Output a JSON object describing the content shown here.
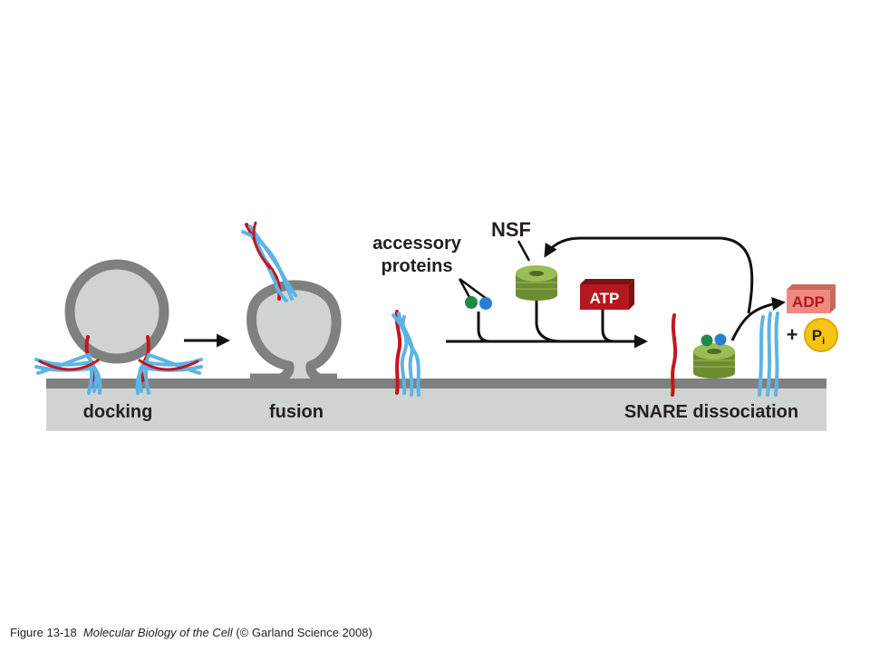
{
  "labels": {
    "docking": "docking",
    "fusion": "fusion",
    "snare_dissociation": "SNARE dissociation",
    "accessory_line1": "accessory",
    "accessory_line2": "proteins",
    "nsf": "NSF",
    "atp": "ATP",
    "adp": "ADP",
    "plus": "+",
    "pi_main": "P",
    "pi_sub": "i"
  },
  "caption": {
    "figure": "Figure 13-18",
    "book": "Molecular Biology of the Cell",
    "credit": "(© Garland Science 2008)"
  },
  "colors": {
    "membrane": "#7f8080",
    "cytosol": "#cfd3d1",
    "v_snare": "#c4161c",
    "t_snare": "#5cb4e5",
    "nsf": "#8fad4c",
    "atp_box": "#b3181e",
    "adp_box": "#ef8a80",
    "pi_circle": "#f5c515",
    "protein_green": "#1f8a4b",
    "protein_blue": "#2a7fd4",
    "arrow": "#111111"
  },
  "icons": {
    "nsf": "nsf-ring-icon",
    "accessory": "accessory-protein-icon",
    "pi": "phosphate-icon"
  }
}
